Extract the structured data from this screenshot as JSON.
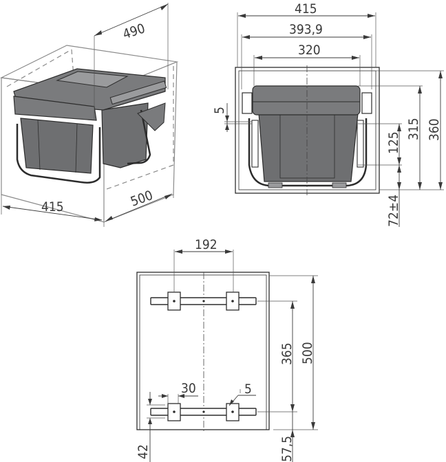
{
  "drawing": {
    "title": "Pull-out waste bin technical drawing",
    "colors": {
      "line": "#3a3a3a",
      "bin_fill": "#6e6f71",
      "cabinet_outline": "#8a8a8a"
    },
    "iso_view": {
      "dim_depth_runner": "490",
      "dim_width": "415",
      "dim_depth_cabinet": "500"
    },
    "front_view": {
      "dim_outer_width": "415",
      "dim_inner_width": "393,9",
      "dim_bin_width": "320",
      "dim_offset": "5",
      "dim_bracket_spacing": "125",
      "dim_bin_height": "315",
      "dim_cabinet_height": "360",
      "dim_bottom_offset": "72±4"
    },
    "top_view": {
      "dim_bracket_spacing": "192",
      "dim_rail_spacing": "365",
      "dim_cabinet_depth": "500",
      "dim_bracket_width": "30",
      "dim_hole": "5",
      "dim_front_offset": "42",
      "dim_rear_offset": "57,5"
    }
  }
}
